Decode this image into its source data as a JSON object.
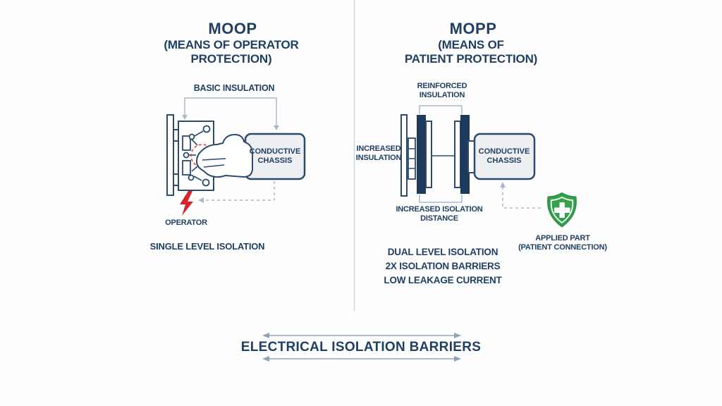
{
  "left": {
    "title": "MOOP",
    "subtitle_line1": "(MEANS OF OPERATOR",
    "subtitle_line2": "PROTECTION)",
    "insulation_label": "BASIC INSULATION",
    "chassis_line1": "CONDUCTIVE",
    "chassis_line2": "CHASSIS",
    "operator_label": "OPERATOR",
    "summary_label": "SINGLE LEVEL ISOLATION"
  },
  "right": {
    "title": "MOPP",
    "subtitle_line1": "(MEANS OF",
    "subtitle_line2": "PATIENT PROTECTION)",
    "reinforced_line1": "REINFORCED",
    "reinforced_line2": "INSULATION",
    "increased_line1": "INCREASED",
    "increased_line2": "INSULATION",
    "distance_line1": "INCREASED ISOLATION",
    "distance_line2": "DISTANCE",
    "chassis_line1": "CONDUCTIVE",
    "chassis_line2": "CHASSIS",
    "applied_line1": "APPLIED PART",
    "applied_line2": "(PATIENT CONNECTION)",
    "features": [
      "DUAL LEVEL ISOLATION",
      "2X ISOLATION BARRIERS",
      "LOW LEAKAGE CURRENT"
    ]
  },
  "footer": {
    "label": "ELECTRICAL ISOLATION BARRIERS"
  },
  "icons": {
    "circuit_board": "circuit-board-icon",
    "hand": "hand-icon",
    "lightning": "lightning-icon",
    "shield": "shield-cross-icon"
  },
  "colors": {
    "navy_text": "#1f3f63",
    "navy_stroke": "#2b4a6d",
    "barrier_fill": "#1e3a5a",
    "chassis_fill": "#edeff2",
    "dashed_gray": "#a8b8ca",
    "arrow_gray": "#8ea3b8",
    "divider": "#cdd5df",
    "hazard_red": "#d8232e",
    "shield_green": "#35a34c"
  }
}
